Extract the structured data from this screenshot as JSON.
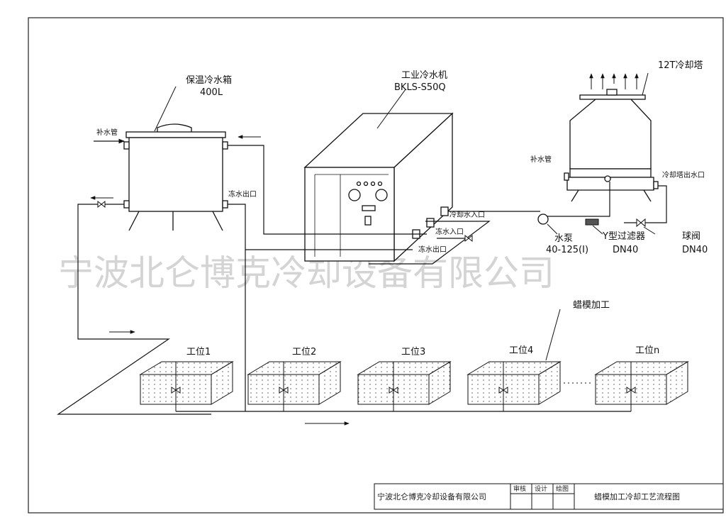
{
  "watermark": "宁波北仑博克冷却设备有限公司",
  "tank": {
    "name": "保温冷水箱",
    "capacity": "400L",
    "makeup_pipe": "补水管",
    "outlet": "冻水出口"
  },
  "chiller": {
    "name": "工业冷水机",
    "model": "BKLS-S50Q",
    "cooling_inlet": "冷却水入口",
    "chilled_inlet": "冻水入口",
    "chilled_outlet": "冻水出口"
  },
  "tower": {
    "name": "12T冷却塔",
    "makeup_pipe": "补水管",
    "outlet": "冷却塔出水口"
  },
  "pump": {
    "name": "水泵",
    "model": "40-125(I)"
  },
  "strainer": {
    "name": "Y型过滤器",
    "size": "DN40"
  },
  "ball_valve": {
    "name": "球阀",
    "size": "DN40"
  },
  "process": {
    "name": "蜡模加工"
  },
  "stations": [
    {
      "label": "工位1"
    },
    {
      "label": "工位2"
    },
    {
      "label": "工位3"
    },
    {
      "label": "工位4"
    },
    {
      "label": "工位n"
    }
  ],
  "title_block": {
    "company": "宁波北仑博克冷却设备有限公司",
    "review": "审核",
    "design": "设计",
    "drawing": "绘图",
    "title": "蜡模加工冷却工艺流程图"
  }
}
